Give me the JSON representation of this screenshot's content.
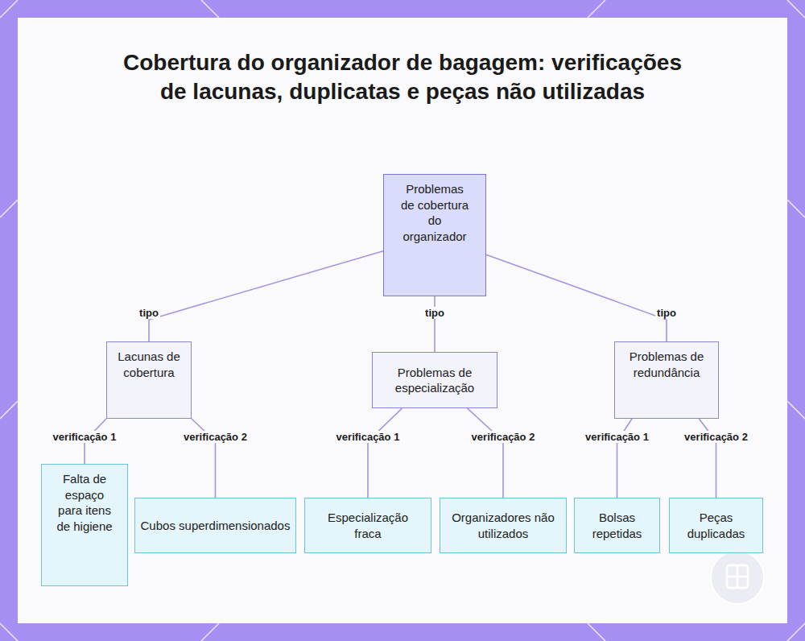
{
  "diagram": {
    "title": "Cobertura do organizador de bagagem: verificações de lacunas, duplicatas e peças não utilizadas",
    "nodes": [
      {
        "text": [
          "Problemas de cobertura do organizador"
        ]
      },
      {
        "text": [
          "Lacunas de cobertura"
        ]
      },
      {
        "text": [
          "Problemas de especialização"
        ]
      },
      {
        "text": [
          "Problemas de redundância"
        ]
      },
      {
        "text": [
          "Falta de espaço para itens de higiene"
        ]
      },
      {
        "text": [
          "Cubos superdimensionados"
        ]
      },
      {
        "text": [
          "Especialização fraca"
        ]
      },
      {
        "text": [
          "Organizadores não utilizados"
        ]
      },
      {
        "text": [
          "Bolsas repetidas"
        ]
      },
      {
        "text": [
          "Peças duplicadas"
        ]
      }
    ],
    "edges": [
      {
        "from": 0,
        "to": 1,
        "label": "tipo",
        "arrow": "none"
      },
      {
        "from": 0,
        "to": 2,
        "label": "tipo",
        "arrow": "none"
      },
      {
        "from": 0,
        "to": 3,
        "label": "tipo",
        "arrow": "none"
      },
      {
        "from": 1,
        "to": 4,
        "label": "verificação 1",
        "arrow": "none"
      },
      {
        "from": 1,
        "to": 5,
        "label": "verificação 2",
        "arrow": "none"
      },
      {
        "from": 2,
        "to": 6,
        "label": "verificação 1",
        "arrow": "none"
      },
      {
        "from": 2,
        "to": 7,
        "label": "verificação 2",
        "arrow": "none"
      },
      {
        "from": 3,
        "to": 8,
        "label": "verificação 1",
        "arrow": "none"
      },
      {
        "from": 3,
        "to": 9,
        "label": "verificação 2",
        "arrow": "none"
      }
    ]
  }
}
